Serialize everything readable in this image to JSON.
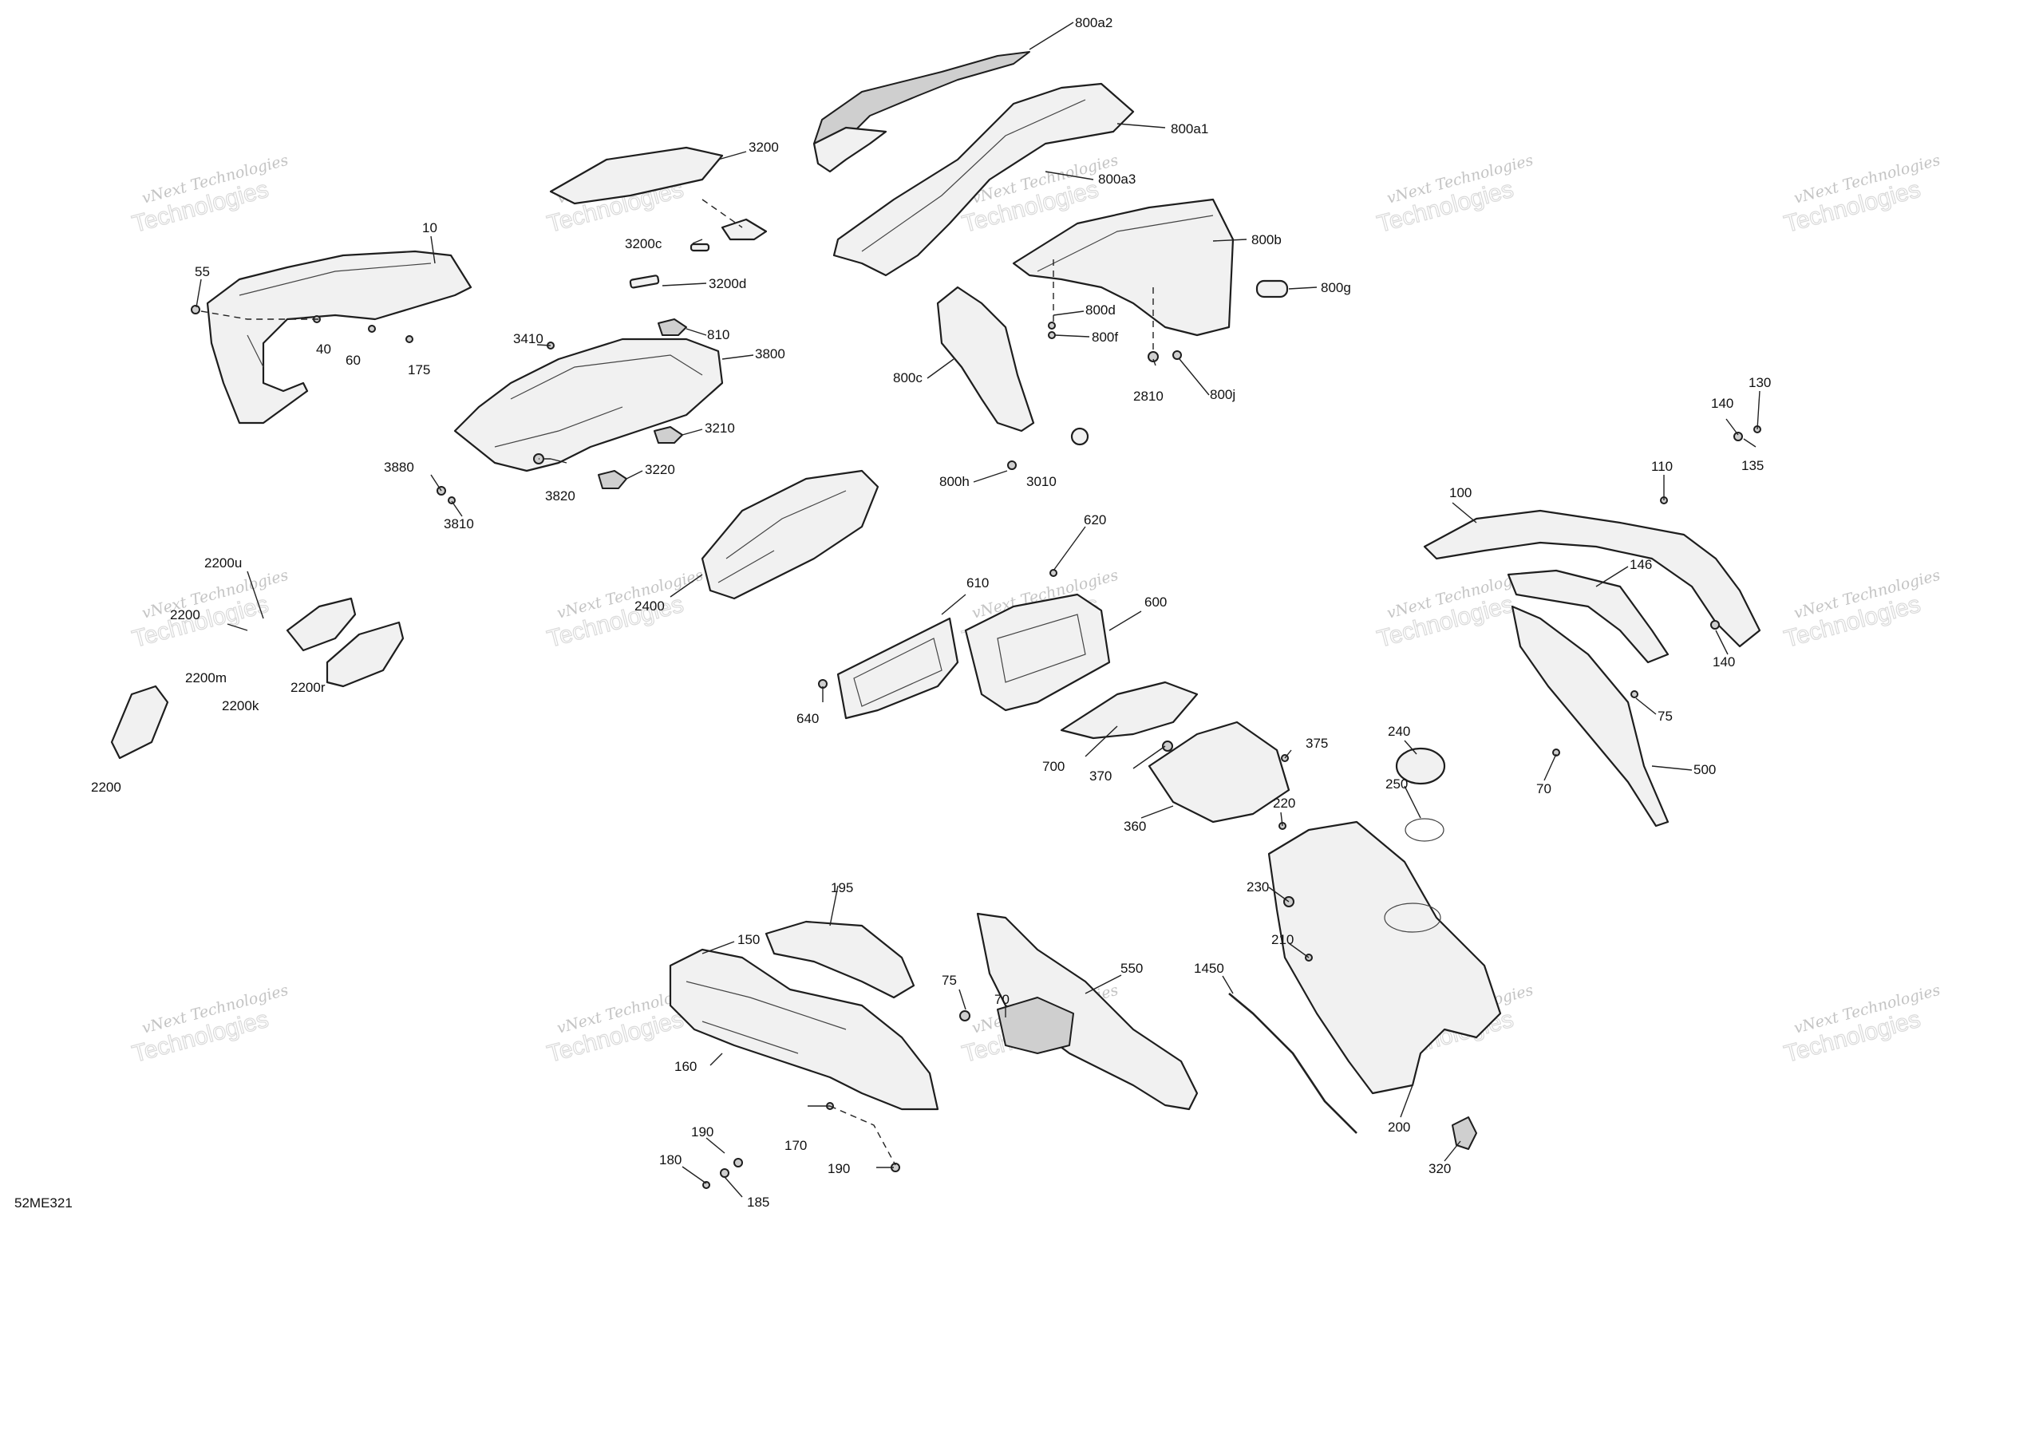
{
  "diagram": {
    "drawing_code": "52ME321",
    "watermark": {
      "line1": "vNext Technologies",
      "line2": "Technologies"
    },
    "callouts": [
      "800a2",
      "800a1",
      "800a3",
      "800b",
      "800g",
      "800d",
      "800f",
      "800c",
      "800h",
      "800j",
      "2810",
      "3010",
      "3200",
      "3200c",
      "3200d",
      "10",
      "55",
      "40",
      "60",
      "175",
      "3410",
      "810",
      "3800",
      "3210",
      "3880",
      "3820",
      "3220",
      "3810",
      "2200u",
      "2200",
      "2200m",
      "2200k",
      "2200r",
      "2200",
      "2400",
      "620",
      "610",
      "600",
      "640",
      "700",
      "370",
      "360",
      "375",
      "220",
      "240",
      "250",
      "230",
      "210",
      "100",
      "110",
      "130",
      "140",
      "135",
      "146",
      "140",
      "75",
      "70",
      "500",
      "195",
      "150",
      "160",
      "170",
      "190",
      "180",
      "185",
      "190",
      "75",
      "70",
      "550",
      "1450",
      "200",
      "320"
    ]
  }
}
